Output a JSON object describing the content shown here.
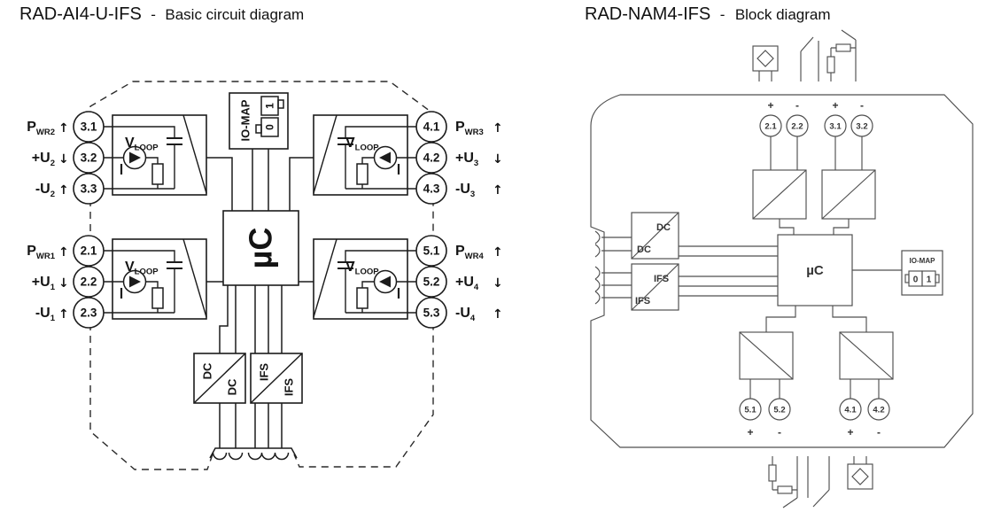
{
  "left": {
    "title": "RAD-AI4-U-IFS",
    "separator": "-",
    "subtitle": "Basic circuit diagram",
    "uc_label": "µC",
    "iomap_label": "IO-MAP",
    "dip_switch": {
      "off": "0",
      "on": "1"
    },
    "vloop": {
      "symbol": "V",
      "sub": "LOOP"
    },
    "dc_converter": {
      "top": "DC",
      "bottom": "DC"
    },
    "ifs_interface": {
      "top": "IFS",
      "bottom": "IFS"
    },
    "channels": [
      {
        "name": "channel-2-top-left",
        "rows": [
          {
            "label": "P",
            "sub": "WR2",
            "arrow": "↑",
            "terminal": "3.1"
          },
          {
            "label": "+U",
            "sub": "2",
            "arrow": "↓",
            "terminal": "3.2"
          },
          {
            "label": "-U",
            "sub": "2",
            "arrow": "↑",
            "terminal": "3.3"
          }
        ]
      },
      {
        "name": "channel-1-bottom-left",
        "rows": [
          {
            "label": "P",
            "sub": "WR1",
            "arrow": "↑",
            "terminal": "2.1"
          },
          {
            "label": "+U",
            "sub": "1",
            "arrow": "↓",
            "terminal": "2.2"
          },
          {
            "label": "-U",
            "sub": "1",
            "arrow": "↑",
            "terminal": "2.3"
          }
        ]
      },
      {
        "name": "channel-3-top-right",
        "rows": [
          {
            "label": "P",
            "sub": "WR3",
            "arrow": "↑",
            "terminal": "4.1"
          },
          {
            "label": "+U",
            "sub": "3",
            "arrow": "↓",
            "terminal": "4.2"
          },
          {
            "label": "-U",
            "sub": "3",
            "arrow": "↑",
            "terminal": "4.3"
          }
        ]
      },
      {
        "name": "channel-4-bottom-right",
        "rows": [
          {
            "label": "P",
            "sub": "WR4",
            "arrow": "↑",
            "terminal": "5.1"
          },
          {
            "label": "+U",
            "sub": "4",
            "arrow": "↓",
            "terminal": "5.2"
          },
          {
            "label": "-U",
            "sub": "4",
            "arrow": "↑",
            "terminal": "5.3"
          }
        ]
      }
    ]
  },
  "right": {
    "title": "RAD-NAM4-IFS",
    "separator": "-",
    "subtitle": "Block diagram",
    "uc_label": "µC",
    "iomap_label": "IO-MAP",
    "dip_switch": {
      "off": "0",
      "on": "1"
    },
    "dc_converter": {
      "top": "DC",
      "bottom": "DC"
    },
    "ifs_interface": {
      "top": "IFS",
      "bottom": "IFS"
    },
    "top_terminals": [
      {
        "id": "2.1",
        "polarity": "+"
      },
      {
        "id": "2.2",
        "polarity": "-"
      },
      {
        "id": "3.1",
        "polarity": "+"
      },
      {
        "id": "3.2",
        "polarity": "-"
      }
    ],
    "bottom_terminals": [
      {
        "id": "5.1",
        "polarity": "+"
      },
      {
        "id": "5.2",
        "polarity": "-"
      },
      {
        "id": "4.1",
        "polarity": "+"
      },
      {
        "id": "4.2",
        "polarity": "-"
      }
    ]
  }
}
